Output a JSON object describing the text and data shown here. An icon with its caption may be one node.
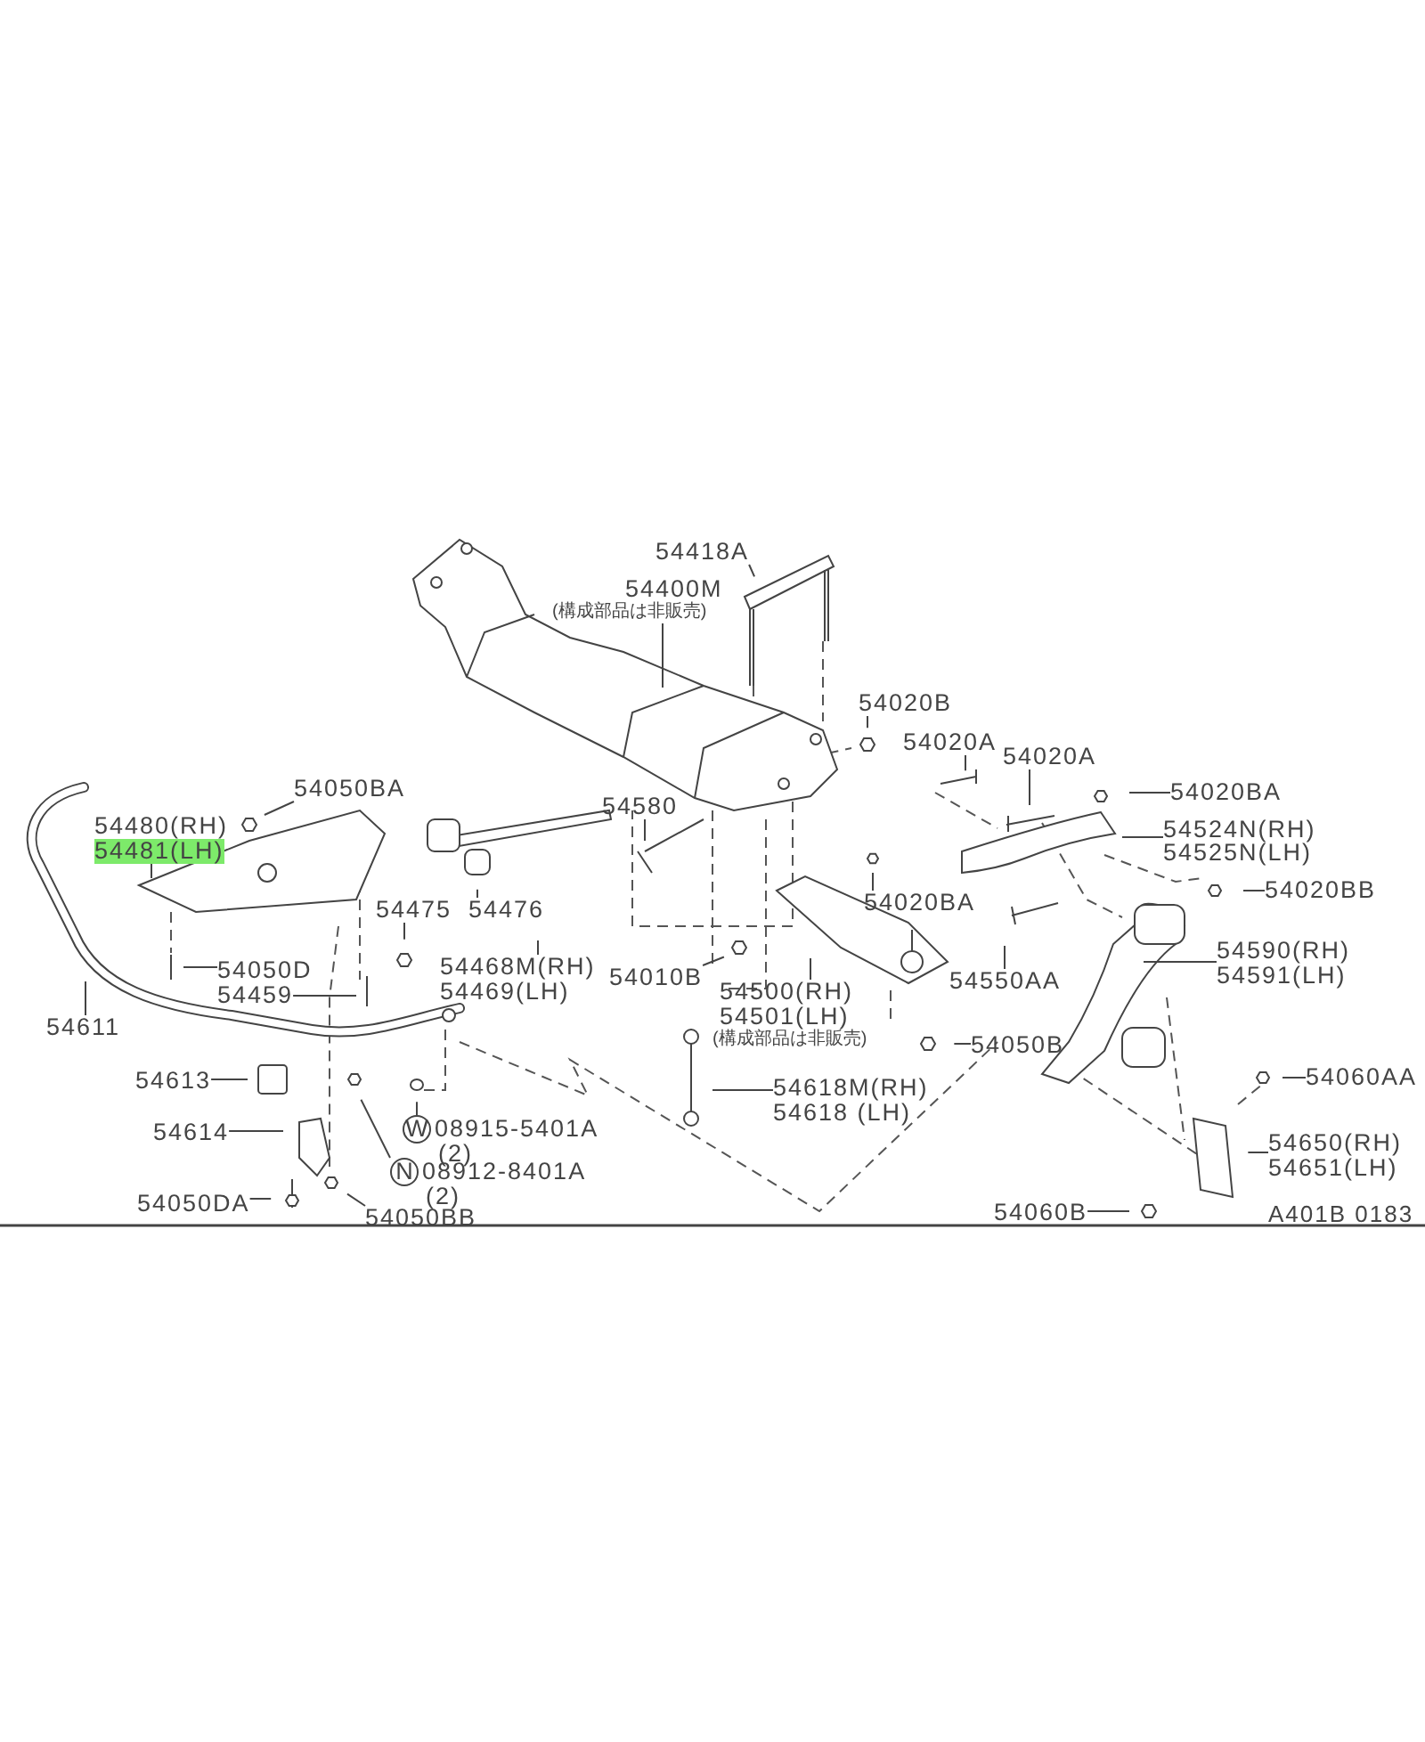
{
  "diagram": {
    "nodes": [
      {
        "text": [
          "54418A"
        ]
      },
      {
        "text": [
          "54400M",
          "(構成部品は非販売)"
        ]
      },
      {
        "text": [
          "54020B"
        ]
      },
      {
        "text": [
          "54020A"
        ]
      },
      {
        "text": [
          "54020A"
        ]
      },
      {
        "text": [
          "54020BA"
        ]
      },
      {
        "text": [
          "54524N(RH)",
          "54525N(LH)"
        ]
      },
      {
        "text": [
          "54020BB"
        ]
      },
      {
        "text": [
          "54590(RH)",
          "54591(LH)"
        ]
      },
      {
        "text": [
          "54050BA"
        ]
      },
      {
        "text": [
          "54480(RH)",
          "54481(LH)"
        ]
      },
      {
        "text": [
          "54580"
        ]
      },
      {
        "text": [
          "54475"
        ]
      },
      {
        "text": [
          "54476"
        ]
      },
      {
        "text": [
          "54468M(RH)",
          "54469(LH)"
        ]
      },
      {
        "text": [
          "54010B"
        ]
      },
      {
        "text": [
          "54020BA"
        ]
      },
      {
        "text": [
          "54550AA"
        ]
      },
      {
        "text": [
          "54500(RH)",
          "54501(LH)",
          "(構成部品は非販売)"
        ]
      },
      {
        "text": [
          "54050B"
        ]
      },
      {
        "text": [
          "54050D"
        ]
      },
      {
        "text": [
          "54459"
        ]
      },
      {
        "text": [
          "54611"
        ]
      },
      {
        "text": [
          "54613"
        ]
      },
      {
        "text": [
          "54614"
        ]
      },
      {
        "text": [
          "54618M(RH)",
          "54618 (LH)"
        ]
      },
      {
        "text": [
          "W",
          "08915-5401A",
          "(2)"
        ]
      },
      {
        "text": [
          "N",
          "08912-8401A",
          "(2)"
        ]
      },
      {
        "text": [
          "54050DA"
        ]
      },
      {
        "text": [
          "54050BB"
        ]
      },
      {
        "text": [
          "54060AA"
        ]
      },
      {
        "text": [
          "54650(RH)",
          "54651(LH)"
        ]
      },
      {
        "text": [
          "54060B"
        ]
      }
    ],
    "edges": [
      {
        "from": 0,
        "to": null,
        "arrow": "none"
      },
      {
        "from": 1,
        "to": null,
        "arrow": "none"
      },
      {
        "from": 2,
        "to": null,
        "arrow": "none"
      },
      {
        "from": 3,
        "to": null,
        "arrow": "none"
      },
      {
        "from": 4,
        "to": null,
        "arrow": "none"
      },
      {
        "from": 5,
        "to": null,
        "arrow": "none"
      },
      {
        "from": 6,
        "to": null,
        "arrow": "none"
      },
      {
        "from": 7,
        "to": null,
        "arrow": "none"
      },
      {
        "from": 8,
        "to": null,
        "arrow": "none"
      },
      {
        "from": 9,
        "to": null,
        "arrow": "none"
      },
      {
        "from": 10,
        "to": null,
        "arrow": "none"
      },
      {
        "from": 11,
        "to": null,
        "arrow": "none"
      },
      {
        "from": 12,
        "to": null,
        "arrow": "none"
      },
      {
        "from": 13,
        "to": null,
        "arrow": "none"
      },
      {
        "from": 14,
        "to": null,
        "arrow": "none"
      },
      {
        "from": 15,
        "to": null,
        "arrow": "none"
      },
      {
        "from": 16,
        "to": null,
        "arrow": "none"
      },
      {
        "from": 17,
        "to": null,
        "arrow": "none"
      },
      {
        "from": 18,
        "to": null,
        "arrow": "none"
      },
      {
        "from": 19,
        "to": null,
        "arrow": "none"
      },
      {
        "from": 20,
        "to": null,
        "arrow": "none"
      },
      {
        "from": 21,
        "to": null,
        "arrow": "none"
      },
      {
        "from": 22,
        "to": null,
        "arrow": "none"
      },
      {
        "from": 23,
        "to": null,
        "arrow": "none"
      },
      {
        "from": 24,
        "to": null,
        "arrow": "none"
      },
      {
        "from": 25,
        "to": null,
        "arrow": "none"
      },
      {
        "from": 26,
        "to": null,
        "arrow": "none"
      },
      {
        "from": 27,
        "to": null,
        "arrow": "none"
      },
      {
        "from": 28,
        "to": null,
        "arrow": "none"
      },
      {
        "from": 29,
        "to": null,
        "arrow": "none"
      },
      {
        "from": 30,
        "to": null,
        "arrow": "none"
      },
      {
        "from": 31,
        "to": null,
        "arrow": "none"
      },
      {
        "from": 32,
        "to": null,
        "arrow": "none"
      }
    ],
    "labels": [
      "A401B 0183"
    ]
  }
}
